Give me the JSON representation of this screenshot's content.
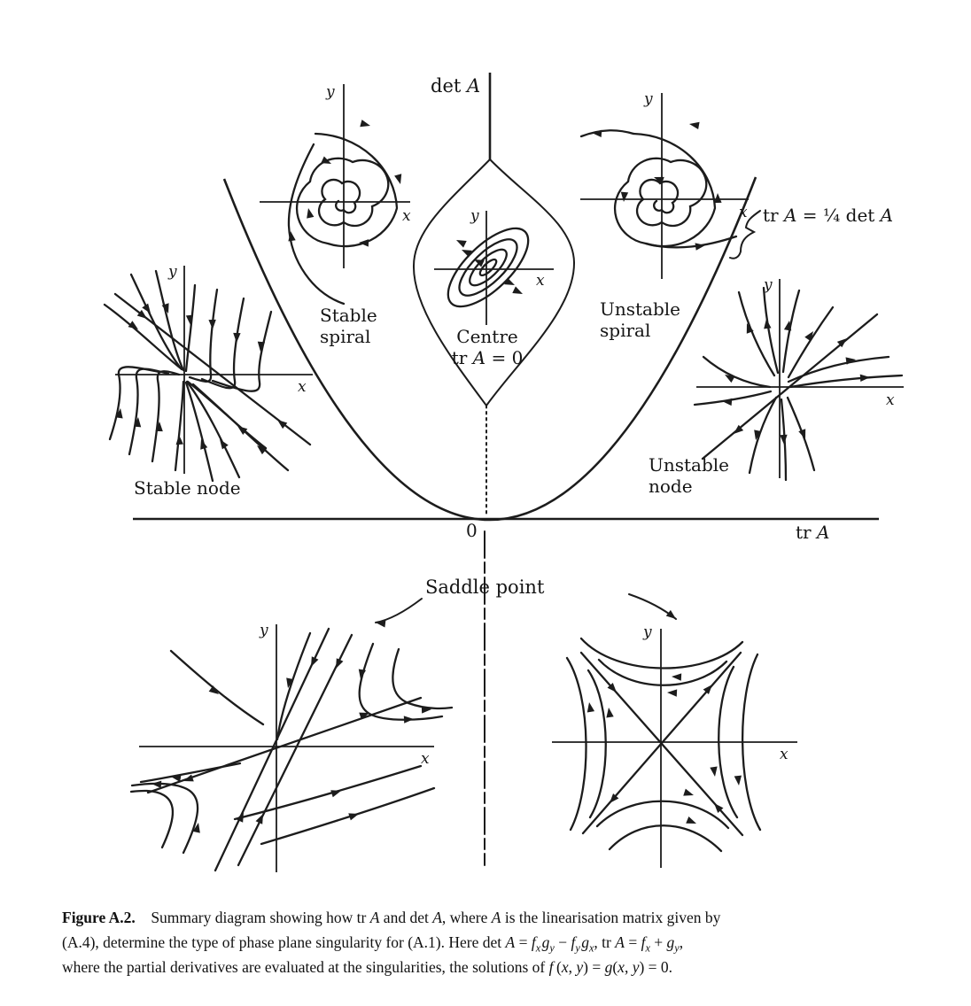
{
  "page": {
    "background": "#ffffff",
    "ink": "#1c1c1c"
  },
  "axes": {
    "x": "x",
    "y": "y"
  },
  "main": {
    "det_axis_label_html": "det <i>A</i>",
    "tr_axis_label_html": "tr <i>A</i>",
    "origin_label": "0",
    "parabola_label_html": "tr <i>A</i> = ¼ det <i>A</i>"
  },
  "portraits": {
    "stable_spiral": {
      "label": "Stable\nspiral"
    },
    "centre": {
      "label_html": "Centre<br>tr <i>A</i> = 0"
    },
    "unstable_spiral": {
      "label": "Unstable\nspiral"
    },
    "stable_node": {
      "label": "Stable node"
    },
    "unstable_node": {
      "label": "Unstable\nnode"
    },
    "saddle": {
      "label": "Saddle point"
    }
  },
  "caption": {
    "lines_html": [
      "<b>Figure A.2.</b>&#8195;Summary diagram showing how tr <i>A</i> and det <i>A</i>, where <i>A</i> is the linearisation matrix given by",
      "(A.4), determine the type of phase plane singularity for (A.1). Here det <i>A</i> = <i>f<sub>x</sub>&#8202;g<sub>y</sub></i> &#8722; <i>f<sub>y</sub>&#8202;g<sub>x</sub></i>, tr <i>A</i> = <i>f<sub>x</sub></i> + <i>g<sub>y</sub></i>,",
      "where the partial derivatives are evaluated at the singularities, the solutions of <i>f</i>&#8201;(<i>x</i>, <i>y</i>) = <i>g</i>(<i>x</i>, <i>y</i>) = 0."
    ]
  }
}
